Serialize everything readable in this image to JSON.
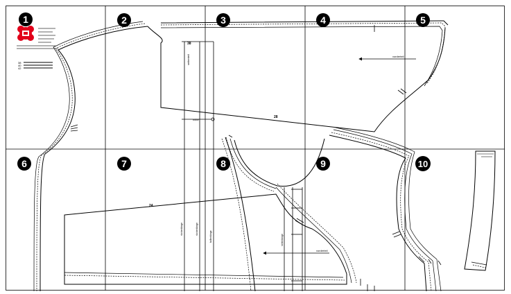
{
  "sheet": {
    "page_markers": [
      "1",
      "2",
      "3",
      "4",
      "5",
      "6",
      "7",
      "8",
      "9",
      "10"
    ],
    "accent_color": "#e2001a",
    "piece_numbers": [
      "38",
      "28",
      "24"
    ],
    "grain_labels": [
      "vorderteil",
      "vorderteil"
    ],
    "side_labels": [
      "seitenteil",
      "mitte"
    ],
    "small_labels": [
      "rückenlänge",
      "rückenlänge",
      "taillenlänge",
      "seitenlänge"
    ]
  }
}
